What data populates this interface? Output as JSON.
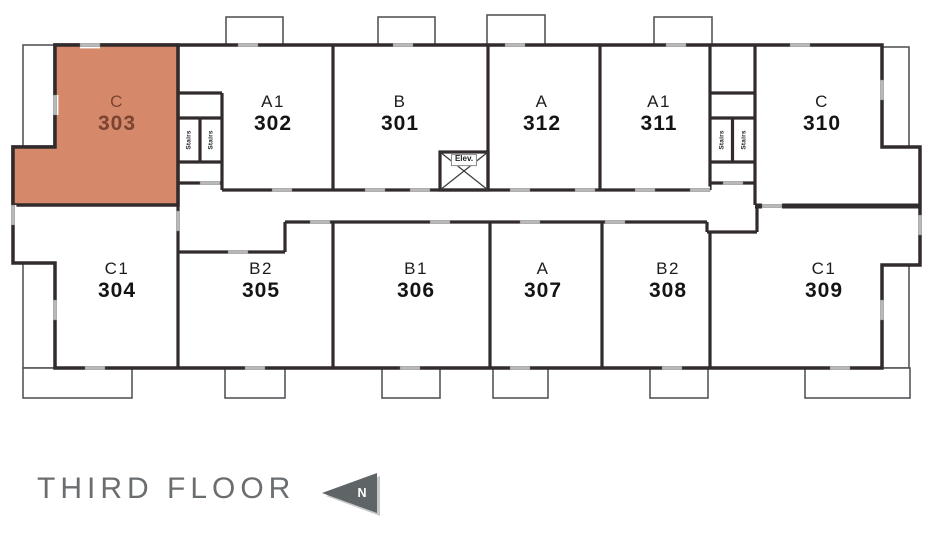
{
  "title": "THIRD FLOOR",
  "compass": {
    "label": "N"
  },
  "labels": {
    "stairs": "Stairs",
    "elevator": "Elev."
  },
  "highlight": {
    "unit": "303",
    "fill": "#D5896A",
    "text": "#7B4432"
  },
  "colors": {
    "wall": "#312b2c",
    "title": "#6a6e71",
    "arrow": "#5f6467"
  },
  "units": [
    {
      "type": "C",
      "number": "303",
      "highlighted": true
    },
    {
      "type": "A1",
      "number": "302",
      "highlighted": false
    },
    {
      "type": "B",
      "number": "301",
      "highlighted": false
    },
    {
      "type": "A",
      "number": "312",
      "highlighted": false
    },
    {
      "type": "A1",
      "number": "311",
      "highlighted": false
    },
    {
      "type": "C",
      "number": "310",
      "highlighted": false
    },
    {
      "type": "C1",
      "number": "304",
      "highlighted": false
    },
    {
      "type": "B2",
      "number": "305",
      "highlighted": false
    },
    {
      "type": "B1",
      "number": "306",
      "highlighted": false
    },
    {
      "type": "A",
      "number": "307",
      "highlighted": false
    },
    {
      "type": "B2",
      "number": "308",
      "highlighted": false
    },
    {
      "type": "C1",
      "number": "309",
      "highlighted": false
    }
  ]
}
